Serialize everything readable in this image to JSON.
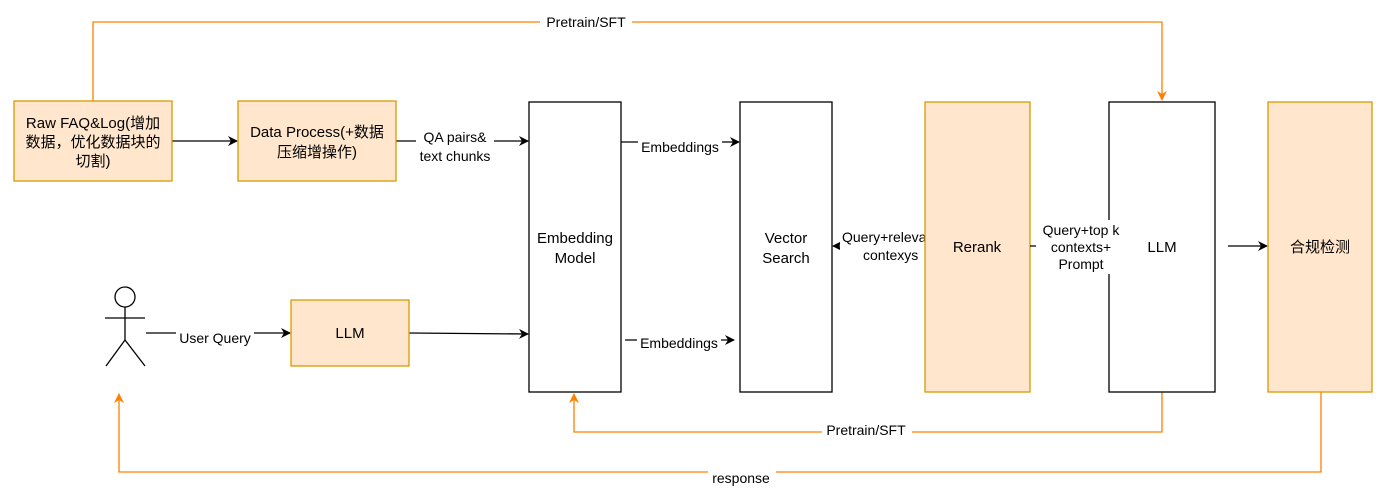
{
  "colors": {
    "node_fill": "#ffe6cc",
    "node_stroke": "#d79b00",
    "feedback_edge": "#ff8000",
    "edge": "#000000"
  },
  "nodes": {
    "raw": [
      "Raw FAQ&Log(增加",
      "数据，优化数据块的",
      "切割)"
    ],
    "data_process": [
      "Data Process(+数据",
      "压缩增操作)"
    ],
    "llm_query": "LLM",
    "embedding": [
      "Embedding",
      "Model"
    ],
    "vector": [
      "Vector",
      "Search"
    ],
    "rerank": "Rerank",
    "llm_main": "LLM",
    "compliance": "合规检测",
    "user": "user-actor-icon"
  },
  "edges": {
    "pretrain_top": "Pretrain/SFT",
    "pretrain_bottom": "Pretrain/SFT",
    "response": "response",
    "qa_pairs": [
      "QA pairs&",
      "text chunks"
    ],
    "embeddings_top": "Embeddings",
    "embeddings_bottom": "Embeddings",
    "user_query": "User Query",
    "query_relevant": [
      "Query+releva",
      "contexys"
    ],
    "query_topk": [
      "Query+top k",
      "contexts+",
      "Prompt"
    ]
  }
}
